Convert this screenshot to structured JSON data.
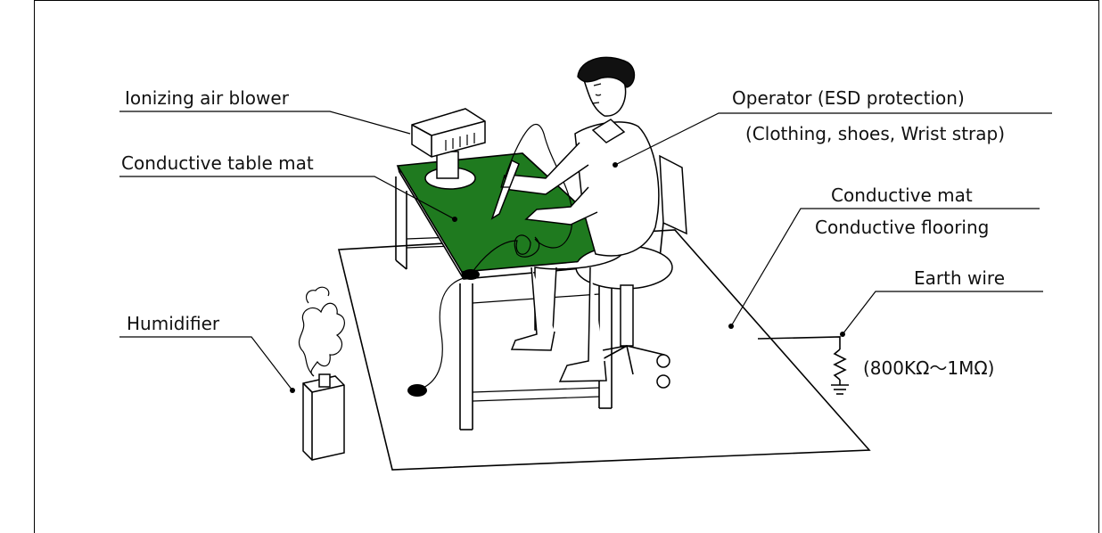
{
  "labels": {
    "ionizing_blower": "Ionizing air blower",
    "table_mat": "Conductive table mat",
    "humidifier": "Humidifier",
    "operator": "Operator (ESD protection)",
    "operator_detail": "(Clothing, shoes, Wrist strap)",
    "conductive_mat": "Conductive mat",
    "conductive_flooring": "Conductive flooring",
    "earth_wire": "Earth wire",
    "resistance": "(800KΩ～1MΩ)"
  },
  "colors": {
    "table_mat": "#1f7a1f",
    "line": "#000000",
    "background": "#ffffff"
  }
}
